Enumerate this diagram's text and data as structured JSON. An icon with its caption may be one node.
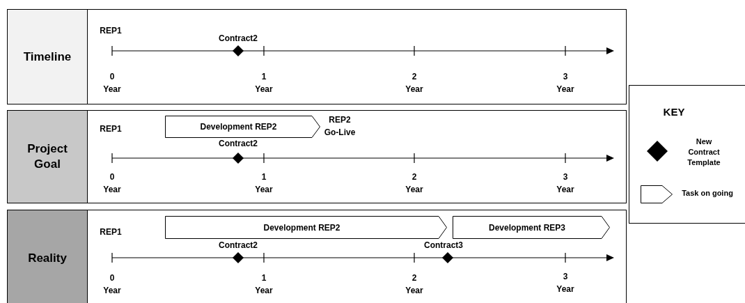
{
  "diagram": {
    "nodes": [
      {
        "text": [
          "Timeline"
        ]
      },
      {
        "text": [
          "Project Goal"
        ]
      },
      {
        "text": [
          "Development REP2"
        ]
      },
      {
        "text": [
          "Reality"
        ]
      },
      {
        "text": [
          "Development REP2"
        ]
      },
      {
        "text": [
          "Development REP3"
        ]
      }
    ],
    "labels": [
      "REP1",
      "Contract2",
      "0 Year",
      "1 Year",
      "2 Year",
      "3 Year",
      "REP1",
      "REP2 Go-Live",
      "Contract2",
      "0 Year",
      "1 Year",
      "2 Year",
      "3 Year",
      "REP1",
      "Contract2",
      "Contract3",
      "0 Year",
      "1 Year",
      "2 Year",
      "3 Year",
      "KEY"
    ],
    "legend": [
      {
        "text": "New Contract Template"
      },
      {
        "text": "Task on going"
      }
    ]
  }
}
